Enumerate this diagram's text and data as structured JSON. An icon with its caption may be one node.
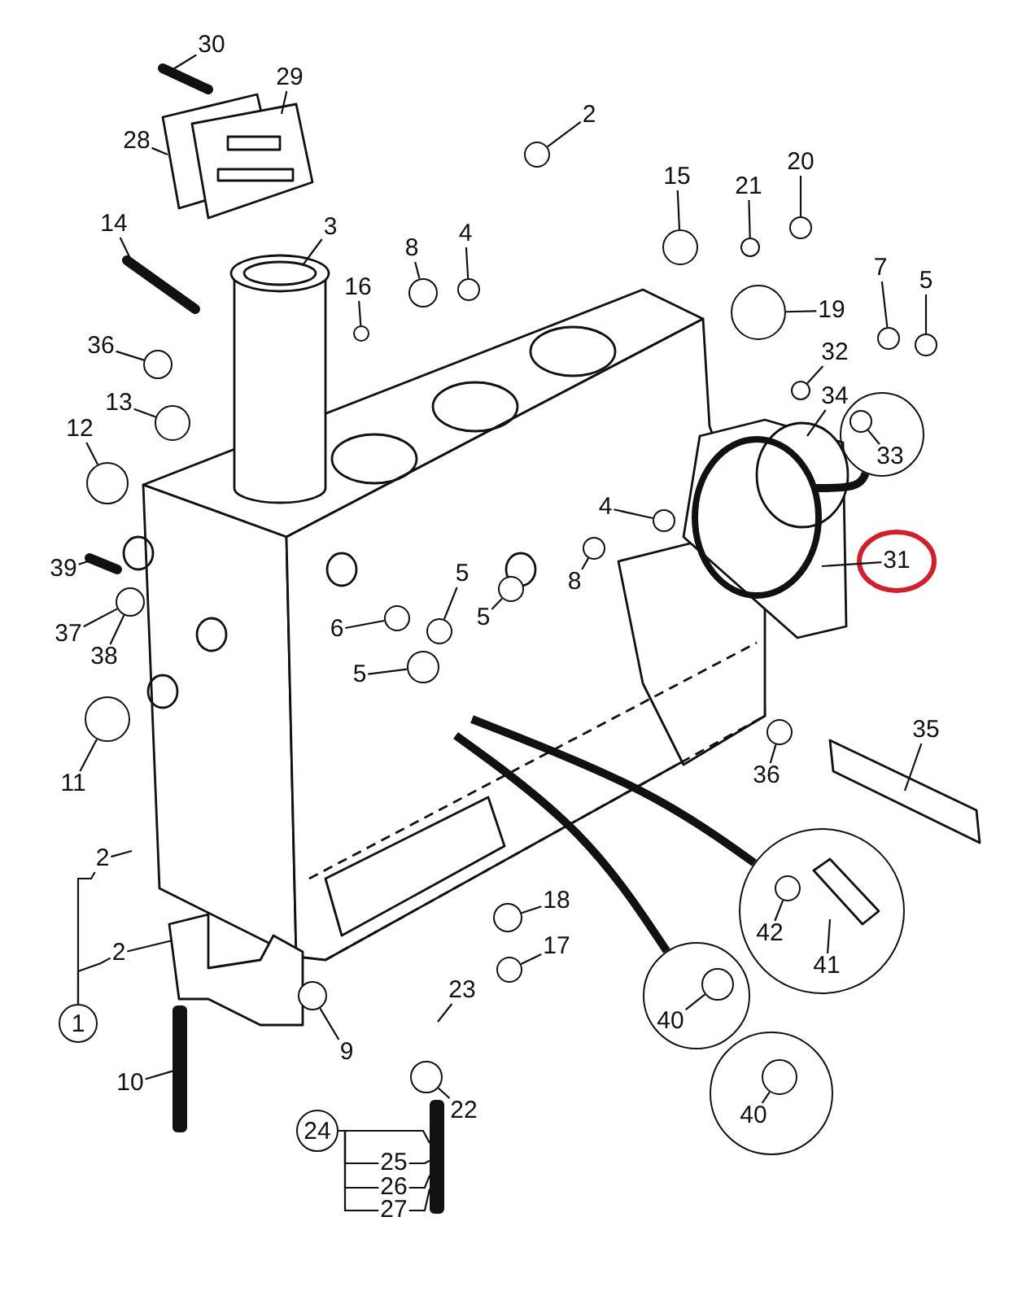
{
  "diagram": {
    "nodes": [
      {
        "text": [
          "30"
        ]
      },
      {
        "text": [
          "29"
        ]
      },
      {
        "text": [
          "28"
        ]
      },
      {
        "text": [
          "2"
        ]
      },
      {
        "text": [
          "14"
        ]
      },
      {
        "text": [
          "3"
        ]
      },
      {
        "text": [
          "8"
        ]
      },
      {
        "text": [
          "4"
        ]
      },
      {
        "text": [
          "16"
        ]
      },
      {
        "text": [
          "15"
        ]
      },
      {
        "text": [
          "21"
        ]
      },
      {
        "text": [
          "20"
        ]
      },
      {
        "text": [
          "7"
        ]
      },
      {
        "text": [
          "5"
        ]
      },
      {
        "text": [
          "19"
        ]
      },
      {
        "text": [
          "36"
        ]
      },
      {
        "text": [
          "32"
        ]
      },
      {
        "text": [
          "34"
        ]
      },
      {
        "text": [
          "13"
        ]
      },
      {
        "text": [
          "12"
        ]
      },
      {
        "text": [],
        "shape": "circle"
      },
      {
        "text": [
          "33"
        ],
        "in": 20
      },
      {
        "text": [
          "4"
        ]
      },
      {
        "text": [
          "31"
        ]
      },
      {
        "text": [
          "39"
        ]
      },
      {
        "text": [
          "8"
        ]
      },
      {
        "text": [
          "5"
        ]
      },
      {
        "text": [
          "5"
        ]
      },
      {
        "text": [
          "6"
        ]
      },
      {
        "text": [
          "37"
        ]
      },
      {
        "text": [
          "38"
        ]
      },
      {
        "text": [
          "5"
        ]
      },
      {
        "text": [
          "11"
        ]
      },
      {
        "text": [
          "36"
        ]
      },
      {
        "text": [
          "35"
        ]
      },
      {
        "text": [
          "2"
        ]
      },
      {
        "text": [
          "2"
        ]
      },
      {
        "text": [
          "1"
        ]
      },
      {
        "text": [],
        "shape": "circle"
      },
      {
        "text": [
          "42"
        ],
        "in": 38
      },
      {
        "text": [
          "41"
        ],
        "in": 38
      },
      {
        "text": [],
        "shape": "circle"
      },
      {
        "text": [
          "40"
        ],
        "in": 41
      },
      {
        "text": [],
        "shape": "circle"
      },
      {
        "text": [
          "40"
        ],
        "in": 43
      },
      {
        "text": [
          "18"
        ]
      },
      {
        "text": [
          "17"
        ]
      },
      {
        "text": [
          "23"
        ]
      },
      {
        "text": [
          "9"
        ]
      },
      {
        "text": [
          "10"
        ]
      },
      {
        "text": [
          "22"
        ]
      },
      {
        "text": [
          "24"
        ]
      },
      {
        "text": [
          "25"
        ]
      },
      {
        "text": [
          "26"
        ]
      },
      {
        "text": [
          "27"
        ]
      },
      {
        "text": [],
        "shape": "circle"
      },
      {
        "text": [],
        "shape": "circle"
      },
      {
        "text": [],
        "shape": "circle"
      },
      {
        "text": [],
        "shape": "circle"
      },
      {
        "text": [],
        "shape": "circle"
      },
      {
        "text": [],
        "shape": "circle"
      },
      {
        "text": [],
        "shape": "circle"
      },
      {
        "text": [],
        "shape": "circle"
      },
      {
        "text": [],
        "shape": "circle"
      },
      {
        "text": [],
        "shape": "circle"
      },
      {
        "text": [],
        "shape": "circle"
      },
      {
        "text": [],
        "shape": "circle"
      },
      {
        "text": [],
        "shape": "circle"
      },
      {
        "text": [],
        "shape": "circle"
      },
      {
        "text": [],
        "shape": "circle"
      },
      {
        "text": [],
        "shape": "circle"
      },
      {
        "text": [],
        "shape": "circle"
      },
      {
        "text": [],
        "shape": "circle"
      },
      {
        "text": [],
        "shape": "circle"
      },
      {
        "text": [],
        "shape": "circle"
      },
      {
        "text": [],
        "shape": "circle"
      },
      {
        "text": [],
        "shape": "circle"
      },
      {
        "text": [],
        "shape": "circle"
      },
      {
        "text": [],
        "shape": "circle"
      },
      {
        "text": [],
        "shape": "circle"
      },
      {
        "text": [],
        "shape": "circle"
      },
      {
        "text": [],
        "shape": "circle",
        "in": 20
      },
      {
        "text": [],
        "shape": "bar"
      },
      {
        "text": [],
        "shape": "bar"
      },
      {
        "text": [],
        "shape": "circle",
        "in": 38
      },
      {
        "text": [],
        "shape": "circle",
        "in": 41
      },
      {
        "text": [],
        "shape": "circle",
        "in": 43
      },
      {
        "text": [],
        "shape": "circle"
      }
    ],
    "edges": [
      {
        "from": 0,
        "to": null,
        "arrow": "none"
      },
      {
        "from": 1,
        "to": null,
        "arrow": "none"
      },
      {
        "from": 2,
        "to": null,
        "arrow": "none"
      },
      {
        "from": 3,
        "to": 55,
        "arrow": "none"
      },
      {
        "from": 4,
        "to": null,
        "arrow": "none"
      },
      {
        "from": 5,
        "to": null,
        "arrow": "none"
      },
      {
        "from": 6,
        "to": 57,
        "arrow": "none"
      },
      {
        "from": 7,
        "to": 58,
        "arrow": "none"
      },
      {
        "from": 8,
        "to": 56,
        "arrow": "none"
      },
      {
        "from": 9,
        "to": 59,
        "arrow": "none"
      },
      {
        "from": 10,
        "to": 60,
        "arrow": "none"
      },
      {
        "from": 11,
        "to": 61,
        "arrow": "none"
      },
      {
        "from": 12,
        "to": 63,
        "arrow": "none"
      },
      {
        "from": 13,
        "to": 64,
        "arrow": "none"
      },
      {
        "from": 14,
        "to": 62,
        "arrow": "none"
      },
      {
        "from": 15,
        "to": 65,
        "arrow": "none"
      },
      {
        "from": 16,
        "to": 87,
        "arrow": "none"
      },
      {
        "from": 17,
        "to": null,
        "arrow": "none"
      },
      {
        "from": 18,
        "to": 66,
        "arrow": "none"
      },
      {
        "from": 19,
        "to": 67,
        "arrow": "none"
      },
      {
        "from": null,
        "to": 20,
        "arrow": "none",
        "style": "thick"
      },
      {
        "from": 21,
        "to": 81,
        "arrow": "none"
      },
      {
        "from": 22,
        "to": 68,
        "arrow": "none"
      },
      {
        "from": 23,
        "to": null,
        "arrow": "none"
      },
      {
        "from": 24,
        "to": null,
        "arrow": "none"
      },
      {
        "from": 25,
        "to": 69,
        "arrow": "none"
      },
      {
        "from": 26,
        "to": 70,
        "arrow": "none"
      },
      {
        "from": 27,
        "to": 71,
        "arrow": "none"
      },
      {
        "from": 28,
        "to": 72,
        "arrow": "none"
      },
      {
        "from": 29,
        "to": 74,
        "arrow": "none"
      },
      {
        "from": 30,
        "to": 74,
        "arrow": "none"
      },
      {
        "from": 31,
        "to": 73,
        "arrow": "none"
      },
      {
        "from": 32,
        "to": 75,
        "arrow": "none"
      },
      {
        "from": 33,
        "to": 76,
        "arrow": "none"
      },
      {
        "from": 34,
        "to": null,
        "arrow": "none"
      },
      {
        "from": 35,
        "to": null,
        "arrow": "none"
      },
      {
        "from": 36,
        "to": null,
        "arrow": "none"
      },
      {
        "from": 37,
        "to": 35,
        "arrow": "none"
      },
      {
        "from": 37,
        "to": 36,
        "arrow": "none"
      },
      {
        "from": null,
        "to": 38,
        "arrow": "none",
        "style": "thick"
      },
      {
        "from": 39,
        "to": 84,
        "arrow": "none"
      },
      {
        "from": 40,
        "to": null,
        "arrow": "none"
      },
      {
        "from": null,
        "to": 41,
        "arrow": "none",
        "style": "thick"
      },
      {
        "from": 42,
        "to": 85,
        "arrow": "none"
      },
      {
        "from": 44,
        "to": 86,
        "arrow": "none"
      },
      {
        "from": 45,
        "to": 77,
        "arrow": "none"
      },
      {
        "from": 46,
        "to": 78,
        "arrow": "none"
      },
      {
        "from": 47,
        "to": null,
        "arrow": "none"
      },
      {
        "from": 48,
        "to": 79,
        "arrow": "none"
      },
      {
        "from": 49,
        "to": 82,
        "arrow": "none"
      },
      {
        "from": 50,
        "to": 80,
        "arrow": "none"
      },
      {
        "from": 51,
        "to": 83,
        "arrow": "none"
      },
      {
        "from": 51,
        "to": 52,
        "arrow": "none"
      },
      {
        "from": 51,
        "to": 53,
        "arrow": "none"
      },
      {
        "from": 51,
        "to": 54,
        "arrow": "none"
      },
      {
        "from": 52,
        "to": 83,
        "arrow": "none"
      },
      {
        "from": 53,
        "to": 83,
        "arrow": "none"
      },
      {
        "from": 54,
        "to": 83,
        "arrow": "none"
      }
    ]
  }
}
